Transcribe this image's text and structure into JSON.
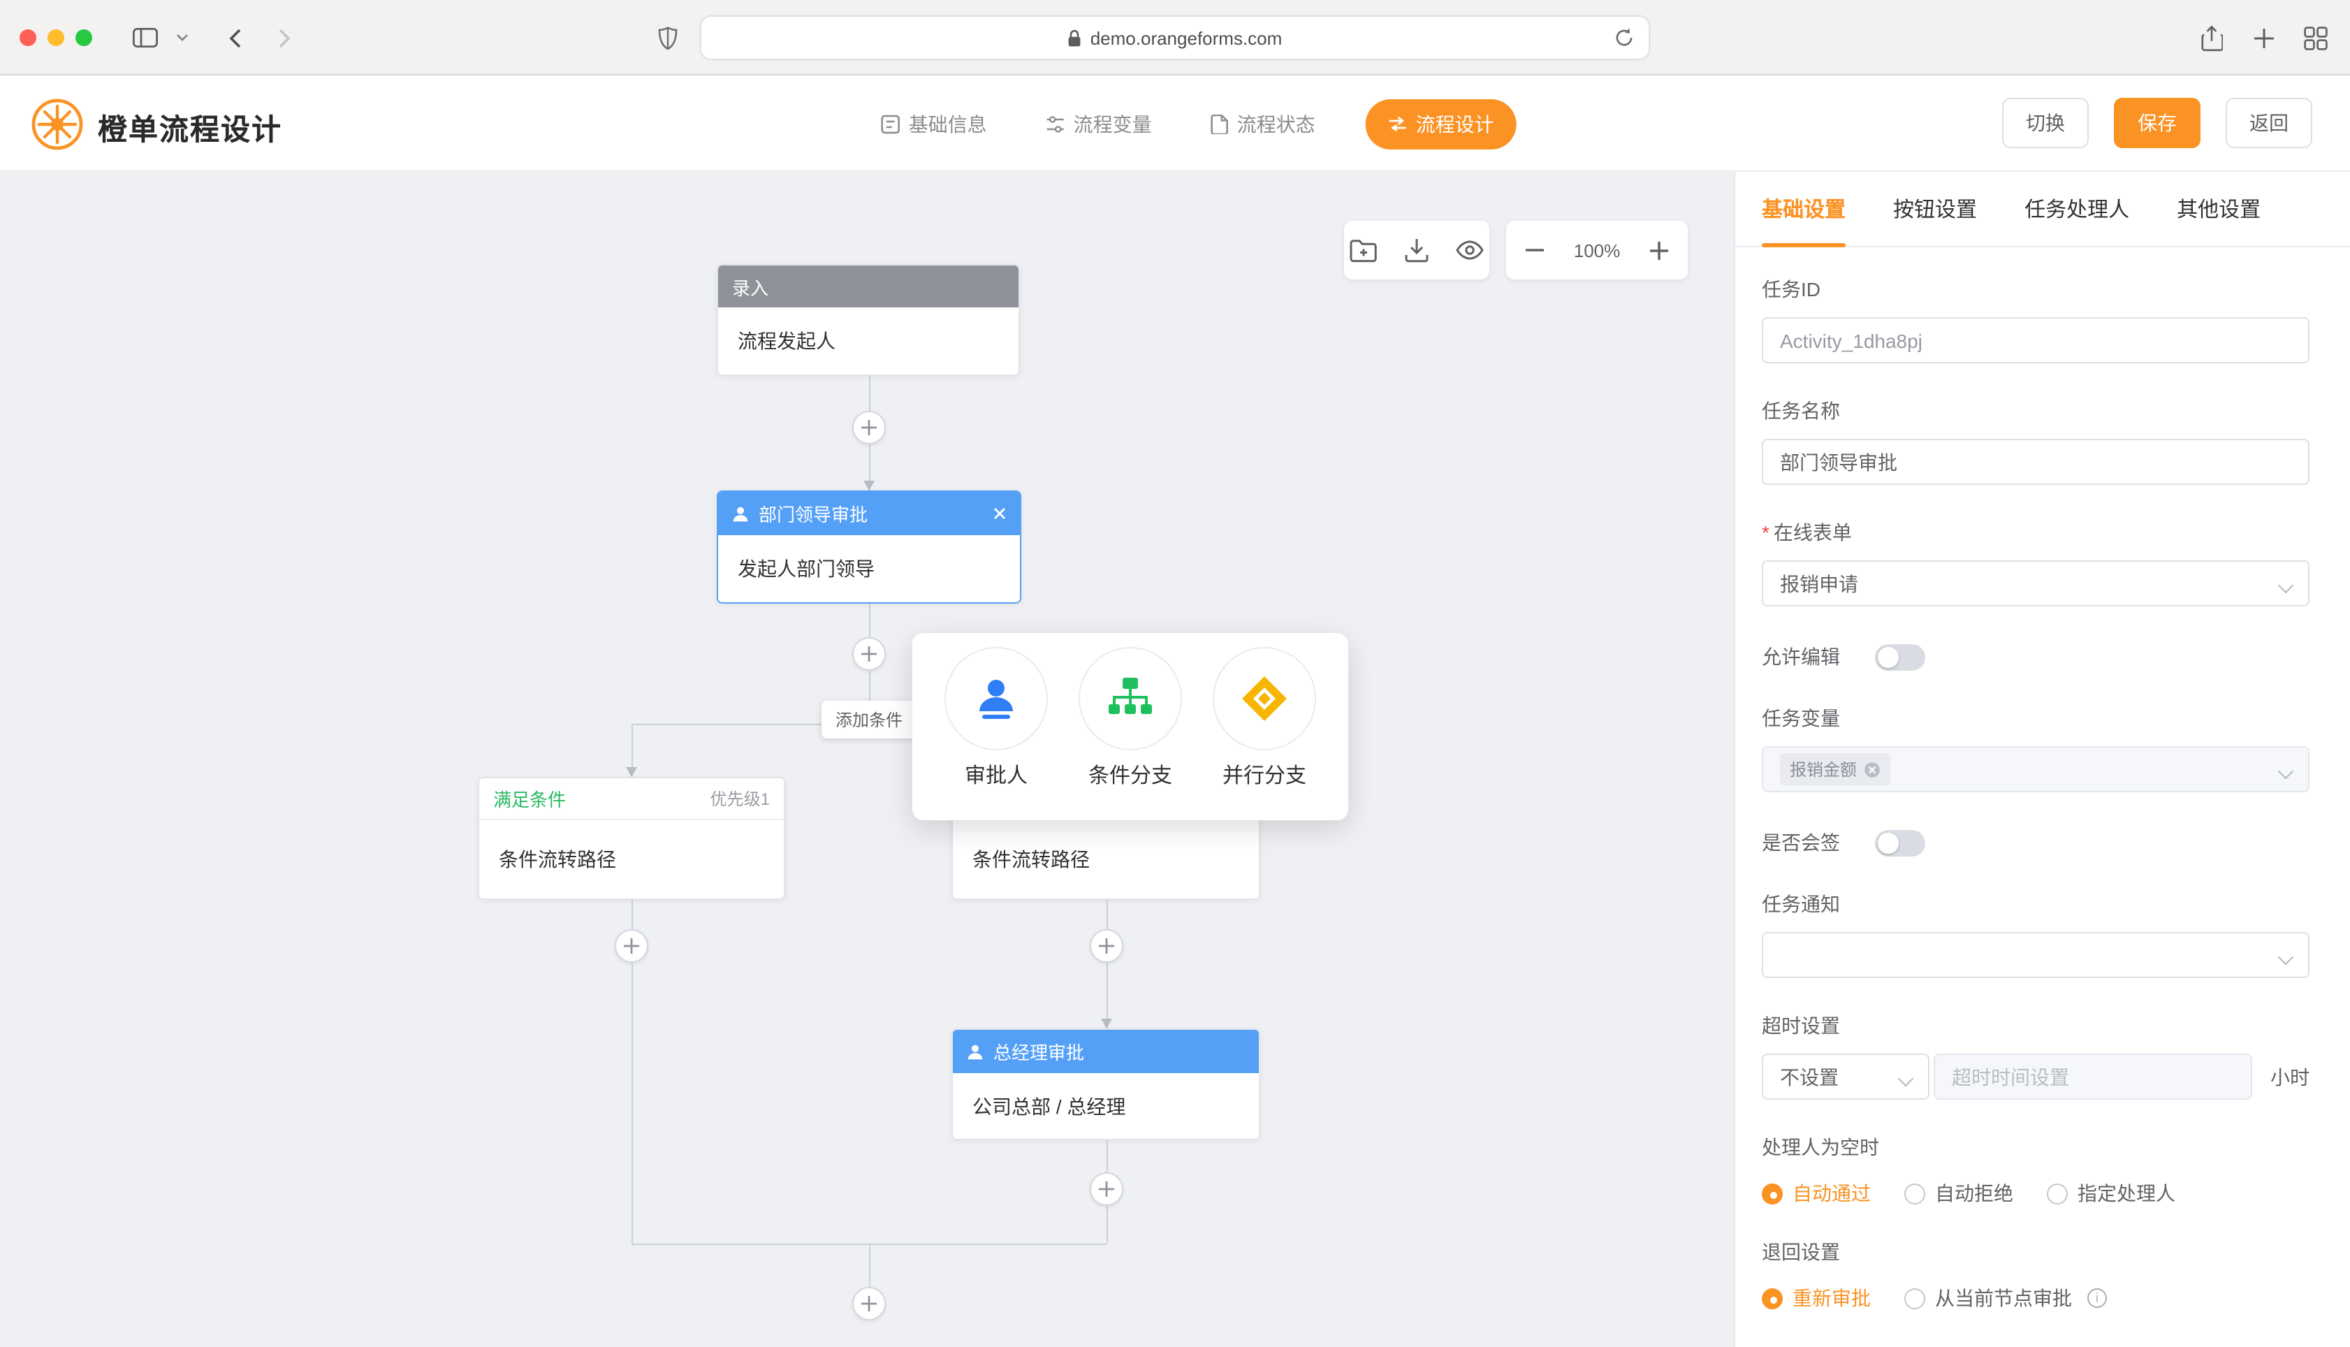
{
  "colors": {
    "accent": "#fb9224",
    "node_blue": "#55a0f7",
    "node_gray": "#8f9299",
    "green": "#2bb961"
  },
  "browser": {
    "url": "demo.orangeforms.com"
  },
  "header": {
    "title": "橙单流程设计",
    "tabs": [
      {
        "label": "基础信息"
      },
      {
        "label": "流程变量"
      },
      {
        "label": "流程状态"
      },
      {
        "label": "流程设计",
        "active": true
      }
    ],
    "actions": {
      "switch": "切换",
      "save": "保存",
      "back": "返回"
    }
  },
  "canvas": {
    "zoom": "100%",
    "add_condition_label": "添加条件",
    "nodes": {
      "entry": {
        "header": "录入",
        "body": "流程发起人"
      },
      "dept": {
        "header": "部门领导审批",
        "body": "发起人部门领导"
      },
      "cond_left": {
        "header": "满足条件",
        "priority": "优先级1",
        "body": "条件流转路径"
      },
      "cond_right": {
        "body": "条件流转路径"
      },
      "gm": {
        "header": "总经理审批",
        "body": "公司总部 / 总经理"
      }
    },
    "popup": {
      "items": [
        {
          "label": "审批人"
        },
        {
          "label": "条件分支"
        },
        {
          "label": "并行分支"
        }
      ]
    }
  },
  "panel": {
    "tabs": [
      {
        "label": "基础设置",
        "active": true
      },
      {
        "label": "按钮设置"
      },
      {
        "label": "任务处理人"
      },
      {
        "label": "其他设置"
      }
    ],
    "task_id": {
      "label": "任务ID",
      "value": "Activity_1dha8pj"
    },
    "task_name": {
      "label": "任务名称",
      "value": "部门领导审批"
    },
    "online_form": {
      "label": "在线表单",
      "required_mark": "*",
      "value": "报销申请"
    },
    "allow_edit": {
      "label": "允许编辑",
      "on": false
    },
    "task_var": {
      "label": "任务变量",
      "tag": "报销金额"
    },
    "countersign": {
      "label": "是否会签",
      "on": false
    },
    "notify": {
      "label": "任务通知",
      "value": ""
    },
    "timeout": {
      "label": "超时设置",
      "select": "不设置",
      "placeholder": "超时时间设置",
      "unit": "小时"
    },
    "empty_handler": {
      "label": "处理人为空时",
      "options": [
        {
          "label": "自动通过",
          "selected": true
        },
        {
          "label": "自动拒绝",
          "selected": false
        },
        {
          "label": "指定处理人",
          "selected": false
        }
      ]
    },
    "return_setting": {
      "label": "退回设置",
      "options": [
        {
          "label": "重新审批",
          "selected": true
        },
        {
          "label": "从当前节点审批",
          "selected": false
        }
      ]
    }
  }
}
